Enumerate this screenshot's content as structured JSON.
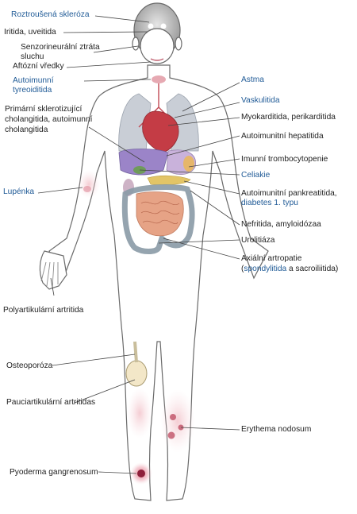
{
  "colors": {
    "body_outline": "#6a6a6a",
    "text_default": "#222222",
    "text_highlight": "#1f5a96",
    "leader_line": "#444444",
    "lung": "#c9ced6",
    "heart": "#c43c45",
    "liver": "#9b84c8",
    "stomach": "#c9b2db",
    "intestine": "#e6a386",
    "colon": "#8a9aa6",
    "lesion": "#b83a52"
  },
  "labels": {
    "roztrousena": "Roztroušená skleróza",
    "iritida": "Iritida, uveitida",
    "senzorineuralni_1": "Senzorineurální ztráta",
    "senzorineuralni_2": "sluchu",
    "aftozni": "Aftózní vředky",
    "autoimunni_tyreo_1": "Autoimunní",
    "autoimunni_tyreo_2": "tyreoiditida",
    "primarni_1": "Primární sklerotizující",
    "primarni_2": "cholangitida, autoimunní",
    "primarni_3": "cholangitida",
    "lupenka": "Lupénka",
    "polyartikularni": "Polyartikulární artritida",
    "osteoporoza": "Osteoporóza",
    "pauciartikularni": "Pauciartikulární artritidas",
    "pyoderma": "Pyoderma gangrenosum",
    "astma": "Astma",
    "vaskulitida": "Vaskulitida",
    "myokarditida": "Myokarditida, perikarditida",
    "hepatitida": "Autoimunitní hepatitida",
    "trombocytopenie": "Imunní trombocytopenie",
    "celiakie": "Celiakie",
    "pankreatitida": "Autoimunitní pankreatitida,",
    "diabetes": "diabetes 1. typu",
    "nefritida": "Nefritida, amyloidózaa",
    "urolitiaza": "Urolitiáza",
    "axialni": "Axiální artropatie",
    "spond_open": "(",
    "spondylitida": "spondylitida",
    "sacro": " a sacroiliitida)",
    "erythema": "Erythema nodosum"
  }
}
